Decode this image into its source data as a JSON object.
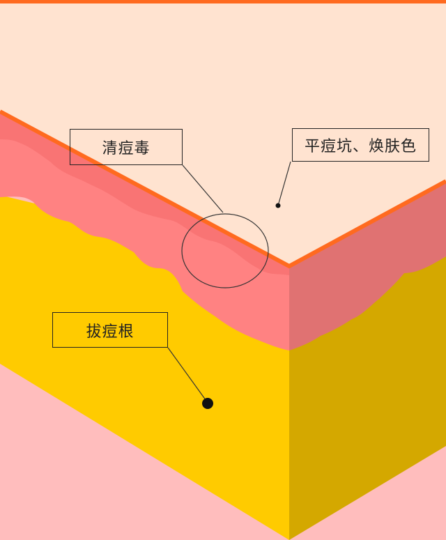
{
  "diagram": {
    "labels": {
      "remove_toxin": "清痘毒",
      "smooth_pits": "平痘坑、焕肤色",
      "pull_root": "拔痘根"
    }
  },
  "colors": {
    "sky": "#ffe3d0",
    "top_border": "#ff6a1f",
    "ridge": "#ff7a1e",
    "skin_upper": "#f97474",
    "skin_mid": "#ff8282",
    "skin_right": "#e07272",
    "fat_front": "#ffcb00",
    "fat_side": "#d4a800",
    "base": "#ffbdbd",
    "line": "#222222"
  }
}
